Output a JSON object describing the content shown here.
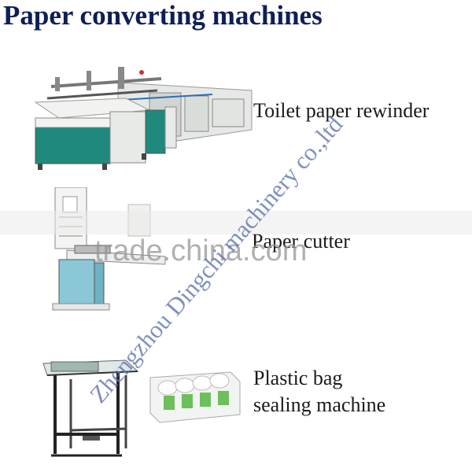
{
  "title": "Paper converting machines",
  "labels": {
    "rewinder": "Toilet paper rewinder",
    "cutter": "Paper cutter",
    "sealing_line1": "Plastic bag",
    "sealing_line2": "sealing machine"
  },
  "watermark": {
    "diagonal": "Zhengzhou Dingchi machinery co.,ltd",
    "site": "trade.china.com"
  },
  "colors": {
    "title": "#0d1f55",
    "machine_teal": "#1f8a7e",
    "machine_white": "#eef0f0",
    "cutter_blue": "#8bc7d6",
    "diagonal_watermark": "#5f73af"
  }
}
